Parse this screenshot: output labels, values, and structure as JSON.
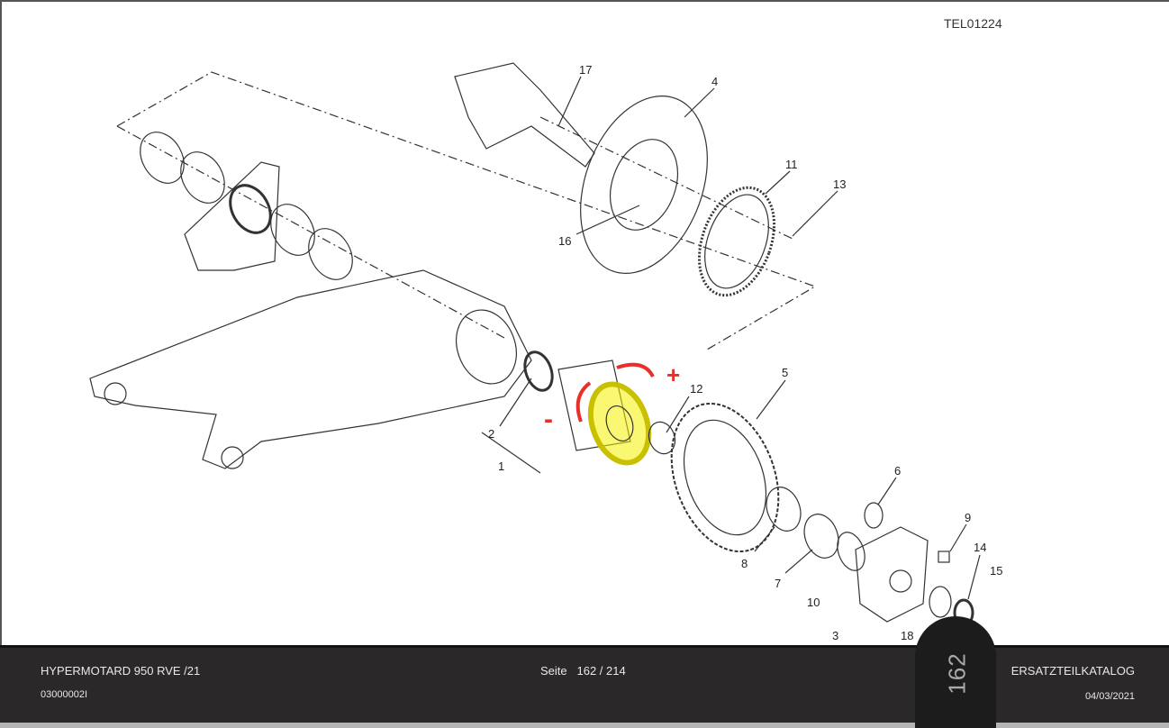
{
  "document": {
    "code": "TEL01224"
  },
  "callouts": [
    "17",
    "4",
    "11",
    "13",
    "16",
    "2",
    "1",
    "12",
    "5",
    "6",
    "9",
    "14",
    "15",
    "8",
    "7",
    "10",
    "3",
    "18"
  ],
  "annotations": {
    "plus": "+",
    "minus": "-"
  },
  "footer": {
    "model": "HYPERMOTARD 950 RVE /21",
    "doc_number": "03000002I",
    "page_label": "Seite",
    "page": "162 / 214",
    "catalog": "ERSATZTEILKATALOG",
    "date": "04/03/2021",
    "page_tab": "162"
  },
  "colors": {
    "highlight": "#f5f000",
    "annotation": "#e8302a",
    "footer": "#2b282a"
  }
}
